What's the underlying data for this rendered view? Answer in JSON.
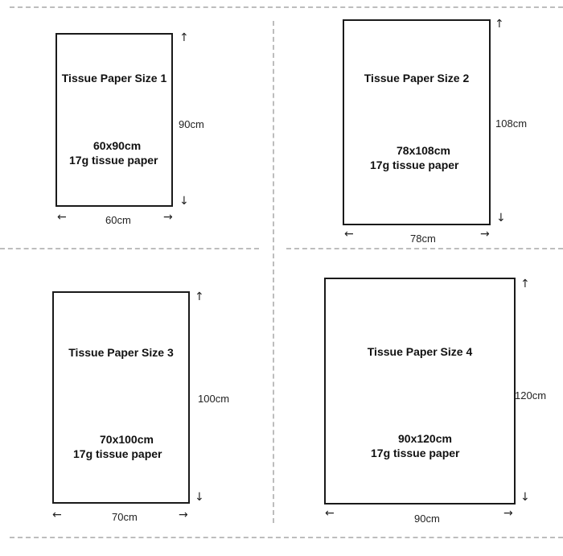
{
  "sheets": [
    {
      "title": "Tissue Paper Size 1",
      "dims": "60x90cm",
      "weight": "17g tissue paper",
      "height_label": "90cm",
      "width_label": "60cm"
    },
    {
      "title": "Tissue Paper Size 2",
      "dims": "78x108cm",
      "weight": "17g tissue paper",
      "height_label": "108cm",
      "width_label": "78cm"
    },
    {
      "title": "Tissue Paper Size 3",
      "dims": "70x100cm",
      "weight": "17g tissue paper",
      "height_label": "100cm",
      "width_label": "70cm"
    },
    {
      "title": "Tissue Paper Size 4",
      "dims": "90x120cm",
      "weight": "17g tissue paper",
      "height_label": "120cm",
      "width_label": "90cm"
    }
  ],
  "glyphs": {
    "up": "↑",
    "down": "↓",
    "left": "←",
    "right": "→"
  }
}
